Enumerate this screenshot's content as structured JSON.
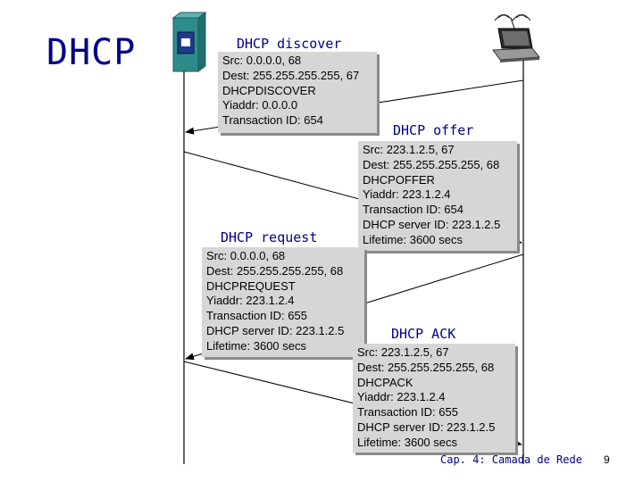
{
  "title": "DHCP",
  "messages": {
    "discover": {
      "label": "DHCP discover",
      "lines": [
        "Src: 0.0.0.0, 68",
        "Dest: 255.255.255.255, 67",
        "DHCPDISCOVER",
        "Yiaddr: 0.0.0.0",
        "Transaction ID: 654"
      ]
    },
    "offer": {
      "label": "DHCP offer",
      "lines": [
        "Src: 223.1.2.5, 67",
        "Dest: 255.255.255.255, 68",
        "DHCPOFFER",
        "Yiaddr: 223.1.2.4",
        "Transaction ID: 654",
        "DHCP server ID: 223.1.2.5",
        "Lifetime: 3600 secs"
      ]
    },
    "request": {
      "label": "DHCP request",
      "lines": [
        "Src: 0.0.0.0, 68",
        "Dest: 255.255.255.255, 68",
        "DHCPREQUEST",
        "Yiaddr: 223.1.2.4",
        "Transaction ID: 655",
        "DHCP server ID: 223.1.2.5",
        "Lifetime: 3600 secs"
      ]
    },
    "ack": {
      "label": "DHCP ACK",
      "lines": [
        "Src: 223.1.2.5, 67",
        "Dest: 255.255.255.255, 68",
        "DHCPACK",
        "Yiaddr: 223.1.2.4",
        "Transaction ID: 655",
        "DHCP server ID: 223.1.2.5",
        "Lifetime: 3600 secs"
      ]
    }
  },
  "footer": "Cap. 4: Camada de Rede",
  "page_number": "9",
  "icons": {
    "server": "dhcp-server-icon",
    "client": "laptop-client-icon"
  },
  "colors": {
    "label_text": "#00008b",
    "box_fill": "#d6d6d6",
    "server_body": "#2e8b8b"
  }
}
